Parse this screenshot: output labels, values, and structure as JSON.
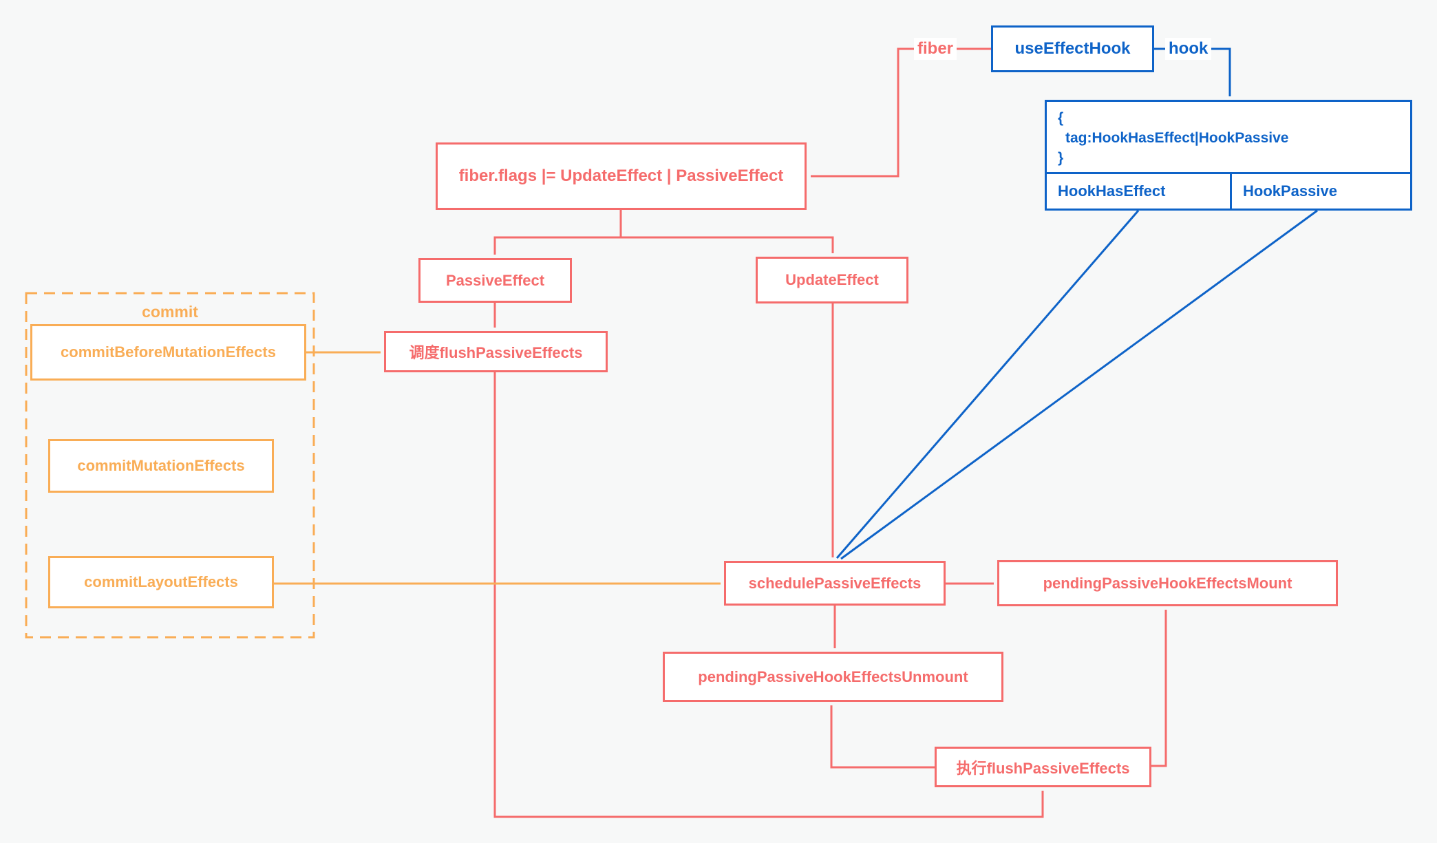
{
  "diagram": {
    "colors": {
      "red": "#f56c6c",
      "orange": "#f9ad56",
      "blue": "#0e63c8",
      "bg": "#f7f8f8",
      "node_fill": "#ffffff"
    },
    "nodes": {
      "use_effect_hook": "useEffectHook",
      "fiber_flags": "fiber.flags |= UpdateEffect | PassiveEffect",
      "passive_effect": "PassiveEffect",
      "update_effect": "UpdateEffect",
      "schedule_flush_passive_effects": "调度flushPassiveEffects",
      "schedule_passive_effects": "schedulePassiveEffects",
      "pending_passive_hook_effects_mount": "pendingPassiveHookEffectsMount",
      "pending_passive_hook_effects_unmount": "pendingPassiveHookEffectsUnmount",
      "exec_flush_passive_effects": "执行flushPassiveEffects"
    },
    "hook_struct": {
      "open": "{",
      "tag": "tag:HookHasEffect|HookPassive",
      "close": "}",
      "cell_left": "HookHasEffect",
      "cell_right": "HookPassive"
    },
    "commit_group": {
      "title": "commit",
      "items": {
        "before": "commitBeforeMutationEffects",
        "mutation": "commitMutationEffects",
        "layout": "commitLayoutEffects"
      }
    },
    "edge_labels": {
      "fiber": "fiber",
      "hook": "hook"
    }
  }
}
